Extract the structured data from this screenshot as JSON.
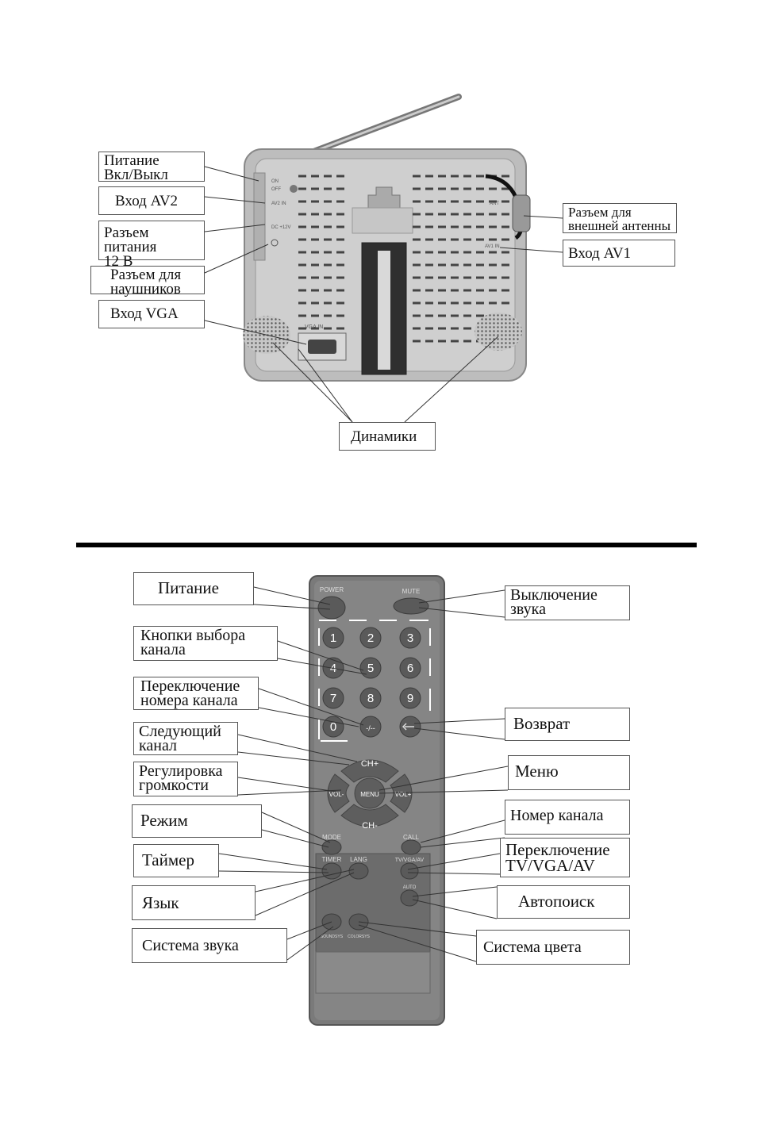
{
  "tv_back": {
    "panel_labels": {
      "on": "ON",
      "off": "OFF",
      "av2": "AV2 IN",
      "dc": "DC +12V",
      "ant": "ANT",
      "av1": "AV1 IN",
      "vga": "VGA IN"
    },
    "callouts": {
      "power": "Питание\nВкл/Выкл",
      "av2": "Вход AV2",
      "dc12": "Разъем питания\n12 В",
      "headphones": "Разъем для\nнаушников",
      "vga": "Вход VGA",
      "antenna": "Разъем для\nвнешней антенны",
      "av1": "Вход AV1",
      "speakers": "Динамики"
    }
  },
  "remote": {
    "buttons": {
      "power": "POWER",
      "mute": "MUTE",
      "d1": "1",
      "d2": "2",
      "d3": "3",
      "d4": "4",
      "d5": "5",
      "d6": "6",
      "d7": "7",
      "d8": "8",
      "d9": "9",
      "d0": "0",
      "dash": "-/--",
      "ch_up": "CH+",
      "ch_down": "CH-",
      "vol_down": "VOL-",
      "vol_up": "VOL+",
      "menu": "MENU",
      "mode": "MODE",
      "call": "CALL",
      "timer": "TIMER",
      "lang": "LANG",
      "tvvgaav": "TV/VGA/AV",
      "auto": "AUTO",
      "soundsys": "SOUNDSYS",
      "colorsys": "COLORSYS"
    },
    "callouts": {
      "power": "Питание",
      "channel_select": "Кнопки выбора\nканала",
      "digit_switch": "Переключение\nномера канала",
      "next_channel": "Следующий\nканал",
      "volume": "Регулировка\nгромкости",
      "mode": "Режим",
      "timer": "Таймер",
      "language": "Язык",
      "sound_system": "Система звука",
      "mute": "Выключение\nзвука",
      "return": "Возврат",
      "menu": "Меню",
      "channel_number": "Номер канала",
      "tv_switch": "Переключение\nTV/VGA/AV",
      "autosearch": "Автопоиск",
      "color_system": "Система цвета"
    }
  }
}
